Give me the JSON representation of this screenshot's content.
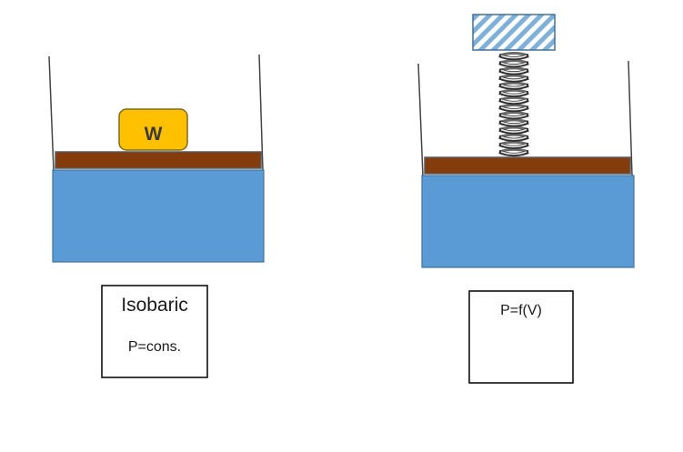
{
  "left_panel": {
    "weight_label": "W",
    "box_title": "Isobaric",
    "box_formula": "P=cons."
  },
  "right_panel": {
    "box_formula": "P=f(V)"
  },
  "colors": {
    "liquid": "#5B9BD5",
    "piston": "#843C0C",
    "weight": "#FFC000",
    "stop_hatch": "#7EB0D8",
    "outline": "#000000"
  },
  "icons": {
    "spring": "coil-spring-icon",
    "fixed_support": "hatched-support-icon"
  }
}
